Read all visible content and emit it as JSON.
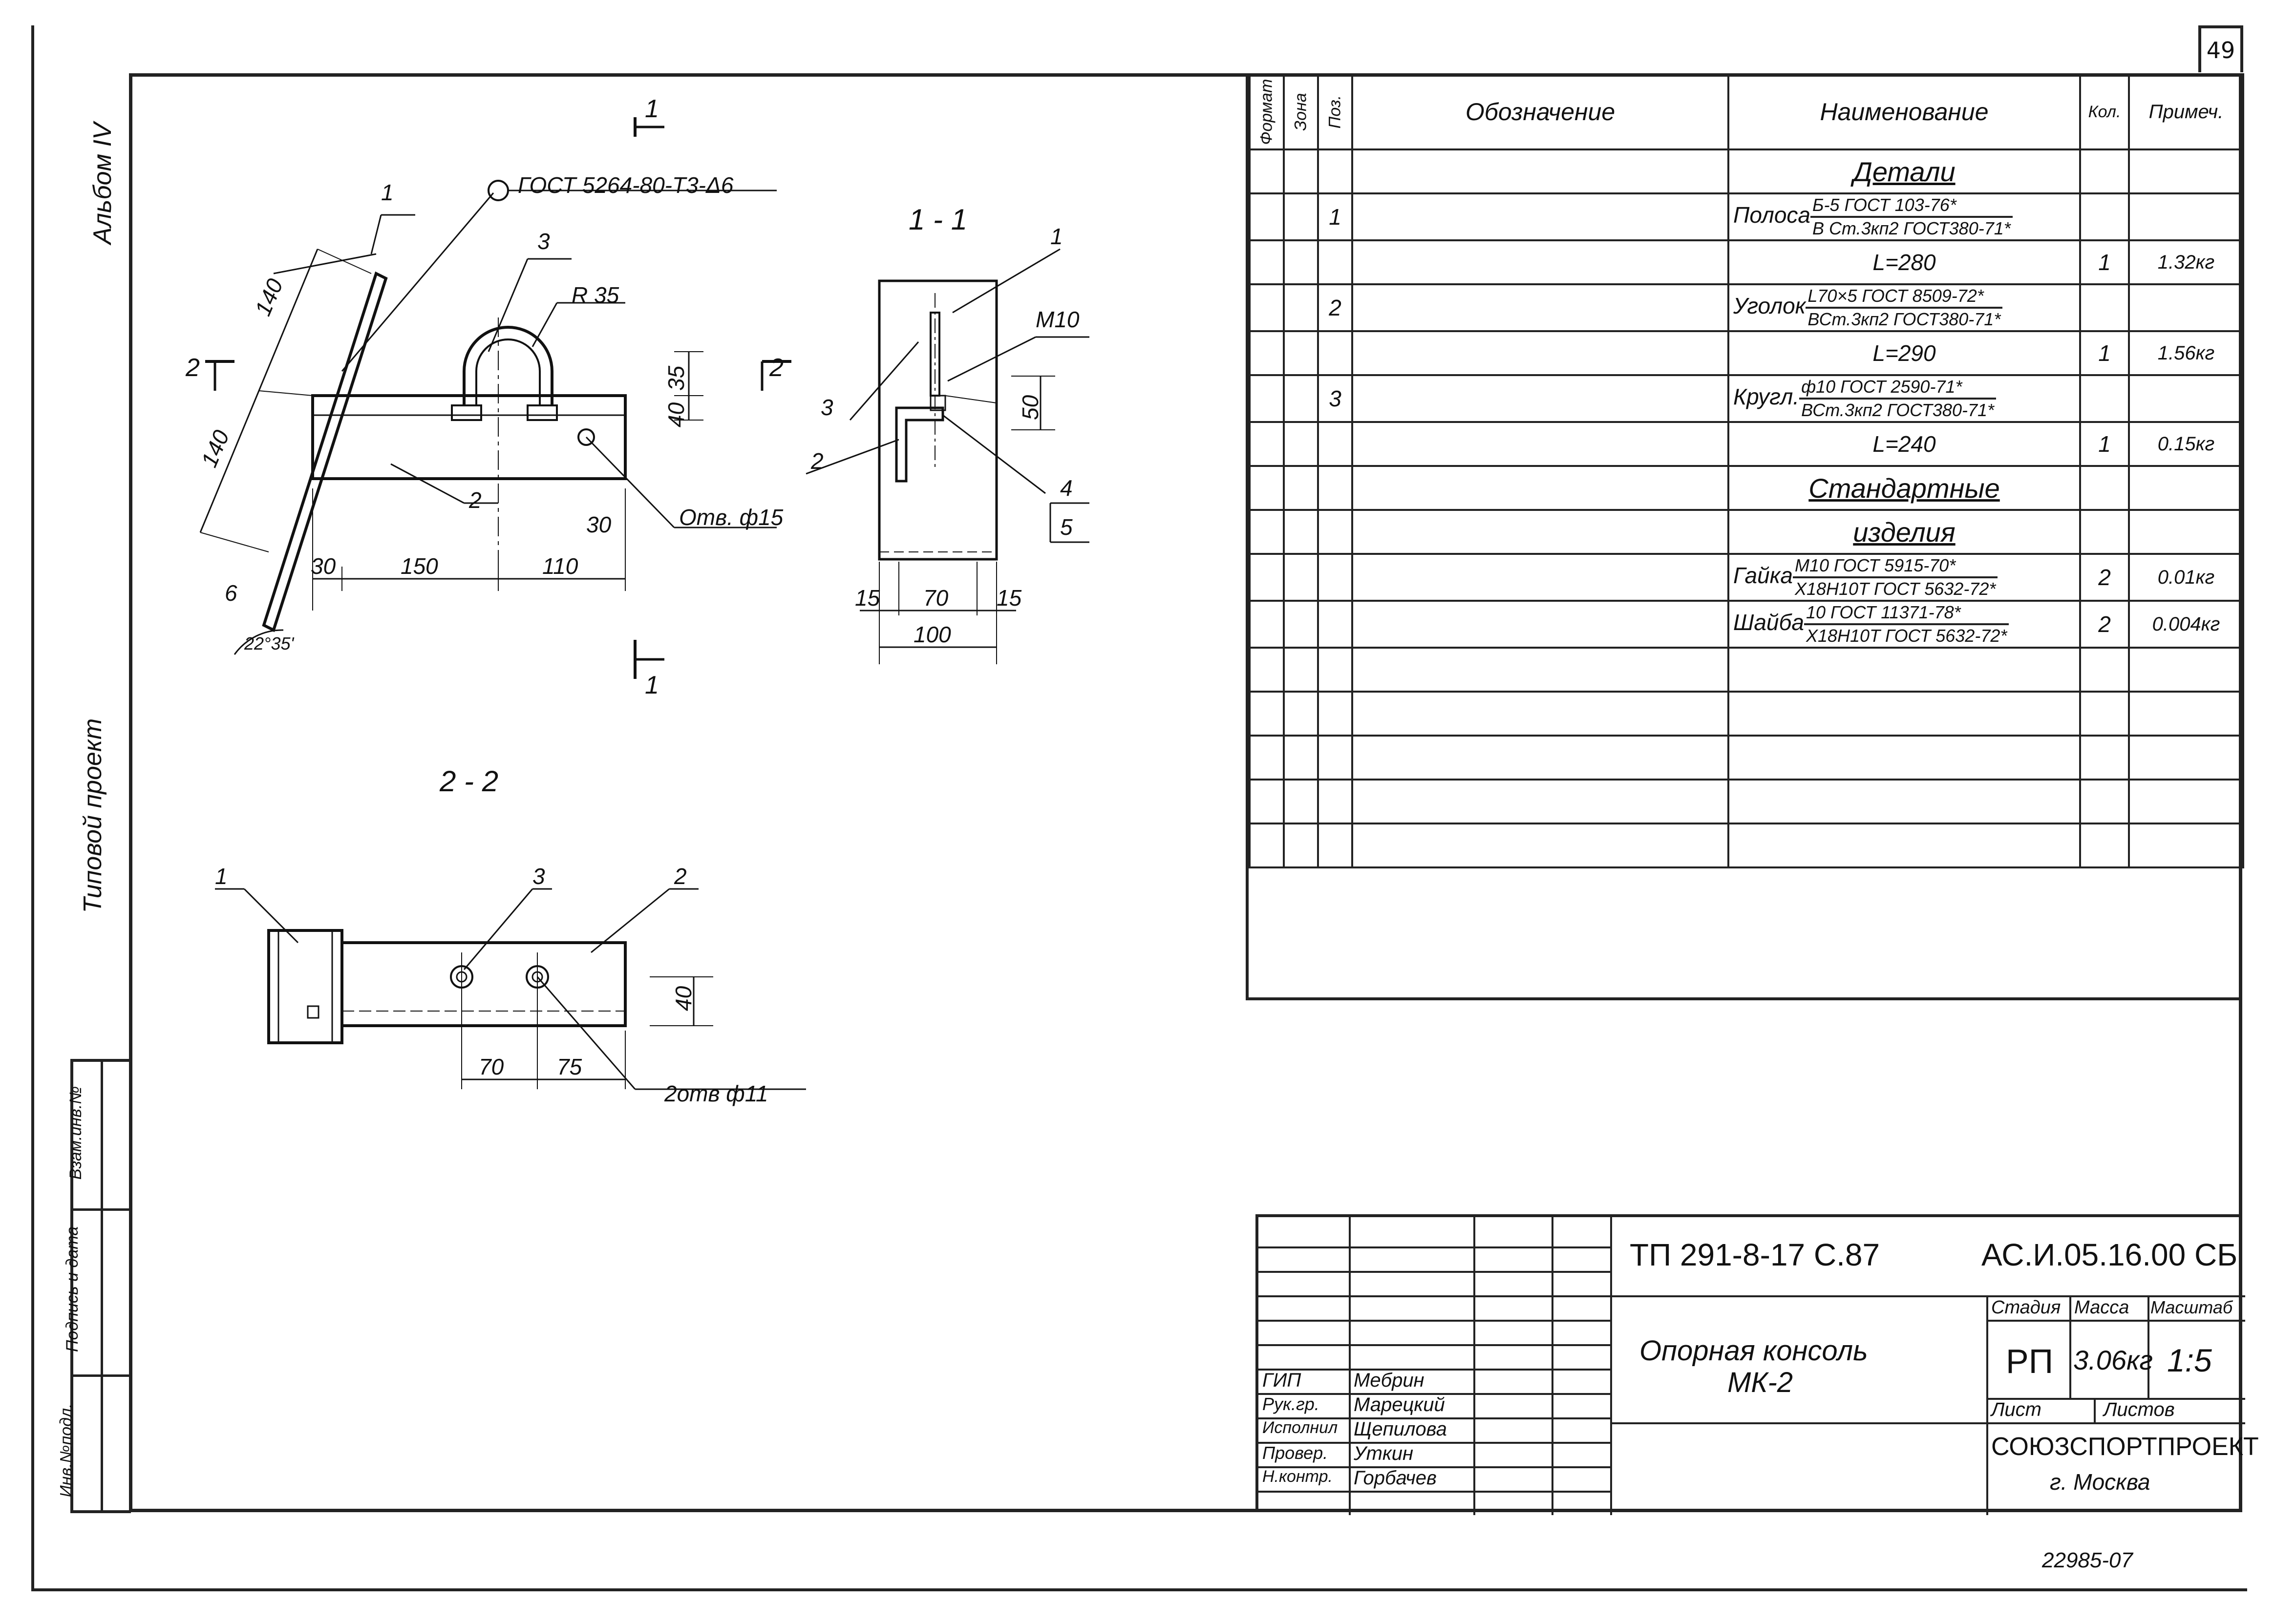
{
  "page_number": "49",
  "album": "Альбом IV",
  "project_type": "Типовой проект",
  "side_fields": [
    "Инв.№подл.",
    "Подпись и дата",
    "Взам.инв.№"
  ],
  "spec": {
    "headers": {
      "format": "Формат",
      "zone": "Зона",
      "pos": "Поз.",
      "designation": "Обозначение",
      "name": "Наименование",
      "qty": "Кол.",
      "note": "Примеч."
    },
    "section_details": "Детали",
    "section_standard_1": "Стандартные",
    "section_standard_2": "изделия",
    "items": [
      {
        "pos": "1",
        "prefix": "Полоса",
        "top": "Б-5 ГОСТ 103-76*",
        "bottom": "В Ст.3кп2 ГОСТ380-71*",
        "length": "L=280",
        "qty": "1",
        "note": "1.32кг"
      },
      {
        "pos": "2",
        "prefix": "Уголок",
        "top": "L70×5 ГОСТ 8509-72*",
        "bottom": "ВСт.3кп2 ГОСТ380-71*",
        "length": "L=290",
        "qty": "1",
        "note": "1.56кг"
      },
      {
        "pos": "3",
        "prefix": "Кругл.",
        "top": "ф10 ГОСТ 2590-71*",
        "bottom": "ВСт.3кп2 ГОСТ380-71*",
        "length": "L=240",
        "qty": "1",
        "note": "0.15кг"
      }
    ],
    "standard_items": [
      {
        "prefix": "Гайка",
        "top": "М10 ГОСТ 5915-70*",
        "bottom": "Х18Н10Т ГОСТ 5632-72*",
        "qty": "2",
        "note": "0.01кг"
      },
      {
        "prefix": "Шайба",
        "top": "10 ГОСТ 11371-78*",
        "bottom": "Х18Н10Т ГОСТ 5632-72*",
        "qty": "2",
        "note": "0.004кг"
      }
    ]
  },
  "title_block": {
    "project_code": "ТП 291-8-17 С.87",
    "doc_code": "АС.И.05.16.00 СБ",
    "title_line1": "Опорная консоль",
    "title_line2": "МК-2",
    "stage_label": "Стадия",
    "mass_label": "Масса",
    "scale_label": "Масштаб",
    "stage": "РП",
    "mass": "3.06кг",
    "scale": "1:5",
    "sheet_label": "Лист",
    "sheets_label": "Листов",
    "org": "СОЮЗСПОРТПРОЕКТ",
    "city": "г. Москва",
    "staff": [
      {
        "role": "ГИП",
        "name": "Мебрин"
      },
      {
        "role": "Рук.гр.",
        "name": "Марецкий"
      },
      {
        "role": "Исполнил",
        "name": "Щепилова"
      },
      {
        "role": "Провер.",
        "name": "Уткин"
      },
      {
        "role": "Н.контр.",
        "name": "Горбачев"
      }
    ]
  },
  "drawing": {
    "gost_weld": "ГОСТ 5264-80-Т3-Δ6",
    "section_1_1": "1 - 1",
    "section_2_2": "2 - 2",
    "dims": {
      "d140a": "140",
      "d140b": "140",
      "d6": "6",
      "angle": "22°35'",
      "d30a": "30",
      "d150": "150",
      "d110": "110",
      "d30b": "30",
      "d35": "35",
      "d40": "40",
      "r35": "R 35",
      "hole15": "Отв. ф15",
      "m10": "М10",
      "d50": "50",
      "d15a": "15",
      "d70": "70",
      "d15b": "15",
      "d100": "100",
      "d40b": "40",
      "d70b": "70",
      "d75": "75",
      "holes11": "2отв ф11"
    },
    "labels": {
      "s1": "1",
      "s2": "2",
      "c1": "1",
      "c2": "2",
      "c3": "3",
      "d1": "1",
      "d2": "2",
      "d3": "3",
      "d4": "4",
      "d5": "5",
      "e1": "1",
      "e2": "2",
      "e3": "3",
      "k1a": "1",
      "k1b": "1",
      "k2a": "2",
      "k2b": "2"
    }
  },
  "footer_code": "22985-07"
}
